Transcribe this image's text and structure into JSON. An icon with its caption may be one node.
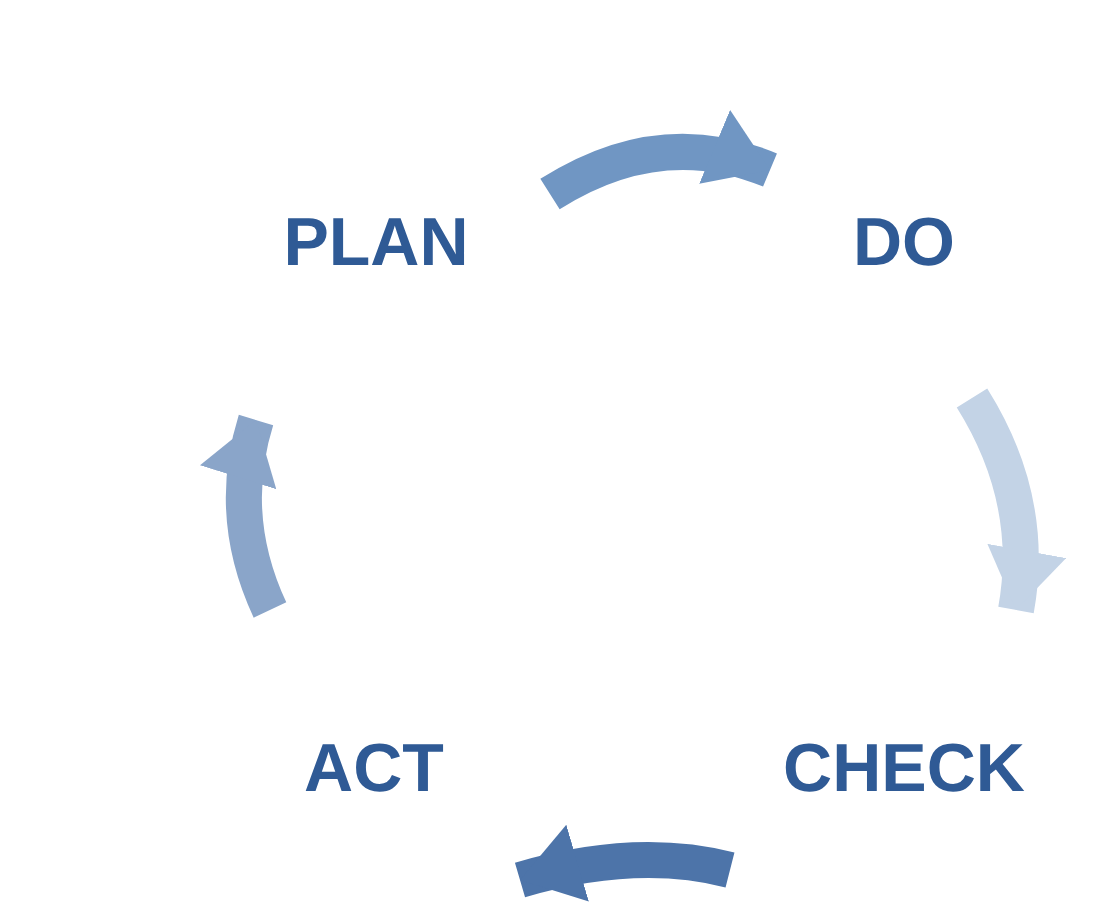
{
  "diagram": {
    "nodes": [
      {
        "text": [
          "PLAN"
        ]
      },
      {
        "text": [
          "DO"
        ]
      },
      {
        "text": [
          "CHECK"
        ]
      },
      {
        "text": [
          "ACT"
        ]
      }
    ],
    "edges": [
      {
        "from": 0,
        "to": 1,
        "arrow": "to",
        "color": "#7096c3"
      },
      {
        "from": 1,
        "to": 2,
        "arrow": "to",
        "color": "#c3d3e6"
      },
      {
        "from": 2,
        "to": 3,
        "arrow": "to",
        "color": "#4d74a9"
      },
      {
        "from": 3,
        "to": 0,
        "arrow": "to",
        "color": "#8aa5c9"
      }
    ]
  }
}
